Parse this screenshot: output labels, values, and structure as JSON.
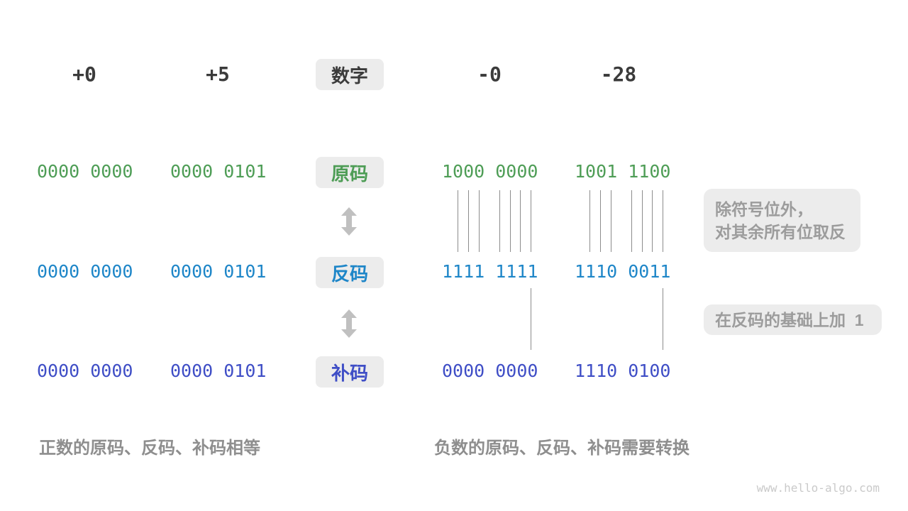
{
  "colors": {
    "dark": "#3b3b3b",
    "green": "#4e9d56",
    "blue": "#1e86c8",
    "indigo": "#3f4ec6",
    "note_gray": "#9c9c9c",
    "caption_gray": "#8e8e8e",
    "box_bg": "#ececec",
    "connector_gray": "#8c8c8c",
    "arrow_gray": "#c0c0c0",
    "watermark_gray": "#cacaca"
  },
  "header": {
    "numbers_label": "数字",
    "columns": [
      "+0",
      "+5",
      "-0",
      "-28"
    ]
  },
  "rows": [
    {
      "label": "原码",
      "values": [
        "0000 0000",
        "0000 0101",
        "1000 0000",
        "1001 1100"
      ]
    },
    {
      "label": "反码",
      "values": [
        "0000 0000",
        "0000 0101",
        "1111 1111",
        "1110 0011"
      ]
    },
    {
      "label": "补码",
      "values": [
        "0000 0000",
        "0000 0101",
        "0000 0000",
        "1110 0100"
      ]
    }
  ],
  "annotations": {
    "flip_note_line1": "除符号位外，",
    "flip_note_line2": "对其余所有位取反",
    "add_one_note": "在反码的基础上加  1"
  },
  "captions": {
    "positive": "正数的原码、反码、补码相等",
    "negative": "负数的原码、反码、补码需要转换"
  },
  "watermark": "www.hello-algo.com"
}
